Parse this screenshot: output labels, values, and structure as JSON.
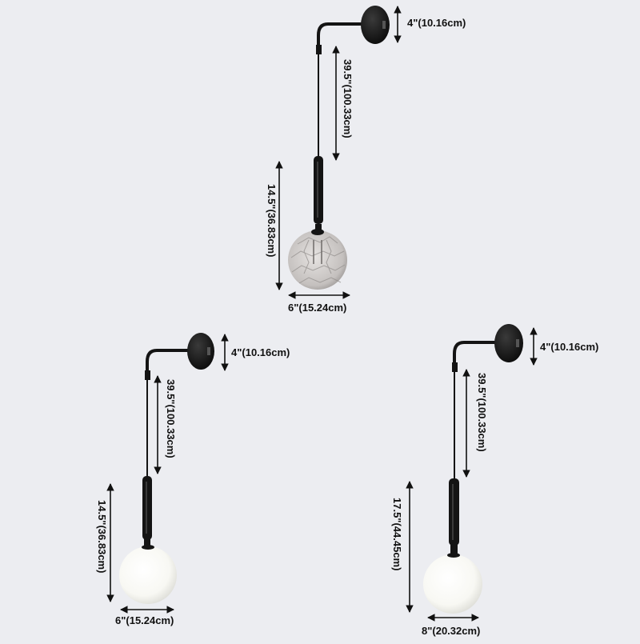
{
  "colors": {
    "background": "#ecedf1",
    "metal": "#141414",
    "opal_glass": "#fafaf6",
    "clear_glass": "#c9c6c4",
    "dimension_line": "#111111"
  },
  "lamps": [
    {
      "shade": "clear-hammered-glass",
      "canopy_dim": "4\"(10.16cm)",
      "cord_dim": "39.5\"(100.33cm)",
      "body_dim": "14.5\"(36.83cm)",
      "shade_dim": "6\"(15.24cm)"
    },
    {
      "shade": "white-opal-glass",
      "canopy_dim": "4\"(10.16cm)",
      "cord_dim": "39.5\"(100.33cm)",
      "body_dim": "14.5\"(36.83cm)",
      "shade_dim": "6\"(15.24cm)"
    },
    {
      "shade": "white-opal-glass",
      "canopy_dim": "4\"(10.16cm)",
      "cord_dim": "39.5\"(100.33cm)",
      "body_dim": "17.5\"(44.45cm)",
      "shade_dim": "8\"(20.32cm)"
    }
  ]
}
